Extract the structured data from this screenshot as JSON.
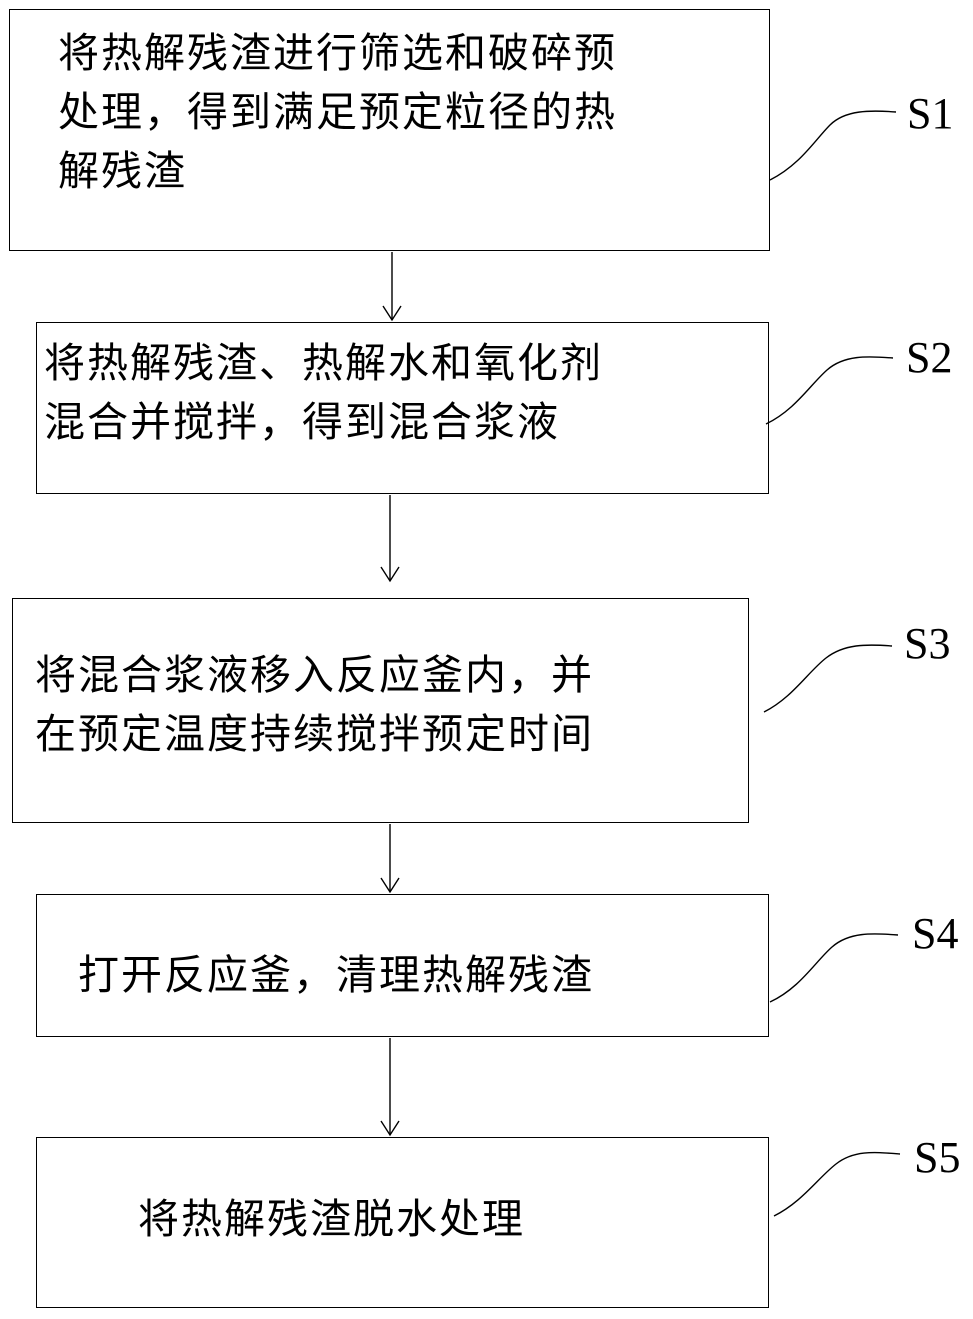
{
  "flowchart": {
    "steps": [
      {
        "id": "S1",
        "text": "将热解残渣进行筛选和破碎预\n处理，得到满足预定粒径的热\n解残渣"
      },
      {
        "id": "S2",
        "text": "将热解残渣、热解水和氧化剂\n混合并搅拌，得到混合浆液"
      },
      {
        "id": "S3",
        "text": "将混合浆液移入反应釜内，并\n在预定温度持续搅拌预定时间"
      },
      {
        "id": "S4",
        "text": "打开反应釜，清理热解残渣"
      },
      {
        "id": "S5",
        "text": "将热解残渣脱水处理"
      }
    ]
  }
}
